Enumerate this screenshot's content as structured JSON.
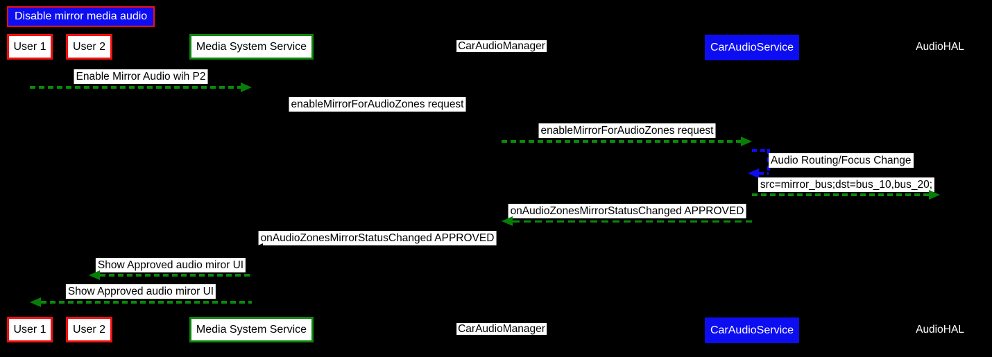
{
  "title": {
    "label": "Disable mirror media audio"
  },
  "participants": [
    {
      "id": "user1",
      "label": "User 1",
      "style": "white box, red border, black text"
    },
    {
      "id": "user2",
      "label": "User 2",
      "style": "white box, red border, black text"
    },
    {
      "id": "media",
      "label": "Media System Service",
      "style": "white box, green border, black text"
    },
    {
      "id": "caraudiomanager",
      "label": "CarAudioManager",
      "style": "white highlighted label, black text"
    },
    {
      "id": "caraudioservice",
      "label": "CarAudioService",
      "style": "blue box, white text"
    },
    {
      "id": "audiohal",
      "label": "AudioHAL",
      "style": "plain white text"
    }
  ],
  "messages": [
    {
      "label": "Enable Mirror Audio wih P2",
      "from": "User 1",
      "to": "Media System Service",
      "direction": "right",
      "color": "green",
      "line": "dashed"
    },
    {
      "label": "enableMirrorForAudioZones request",
      "from": "Media System Service",
      "to": "CarAudioManager",
      "direction": "right",
      "color": "black (invisible on background)",
      "line": "dashed"
    },
    {
      "label": "enableMirrorForAudioZones request",
      "from": "CarAudioManager",
      "to": "CarAudioService",
      "direction": "right",
      "color": "green",
      "line": "dashed"
    },
    {
      "label": "Audio Routing/Focus Change",
      "from": "CarAudioService",
      "to": "CarAudioService",
      "direction": "self",
      "color": "blue",
      "line": "dashed"
    },
    {
      "label": "src=mirror_bus;dst=bus_10,bus_20;",
      "from": "CarAudioService",
      "to": "AudioHAL",
      "direction": "right",
      "color": "green",
      "line": "dashed"
    },
    {
      "label": "onAudioZonesMirrorStatusChanged APPROVED",
      "from": "CarAudioService",
      "to": "CarAudioManager",
      "direction": "left",
      "color": "green",
      "line": "dashed"
    },
    {
      "label": "onAudioZonesMirrorStatusChanged APPROVED",
      "from": "CarAudioManager",
      "to": "Media System Service",
      "direction": "left",
      "color": "black (invisible on background)",
      "line": "dashed"
    },
    {
      "label": "Show Approved audio miror UI",
      "from": "Media System Service",
      "to": "User 2",
      "direction": "left",
      "color": "green",
      "line": "dashed"
    },
    {
      "label": "Show Approved audio miror UI",
      "from": "Media System Service",
      "to": "User 1",
      "direction": "left",
      "color": "green",
      "line": "dashed"
    }
  ],
  "colors": {
    "background": "#000000",
    "red_border": "#f50f0f",
    "blue_fill": "#0d0df2",
    "green_border": "#0e860e",
    "green_arrow": "#0a8a0a",
    "green_arrowhead": "#087e08",
    "label_background": "#ffffff",
    "label_text": "#000000",
    "light_text": "#ffffff"
  }
}
